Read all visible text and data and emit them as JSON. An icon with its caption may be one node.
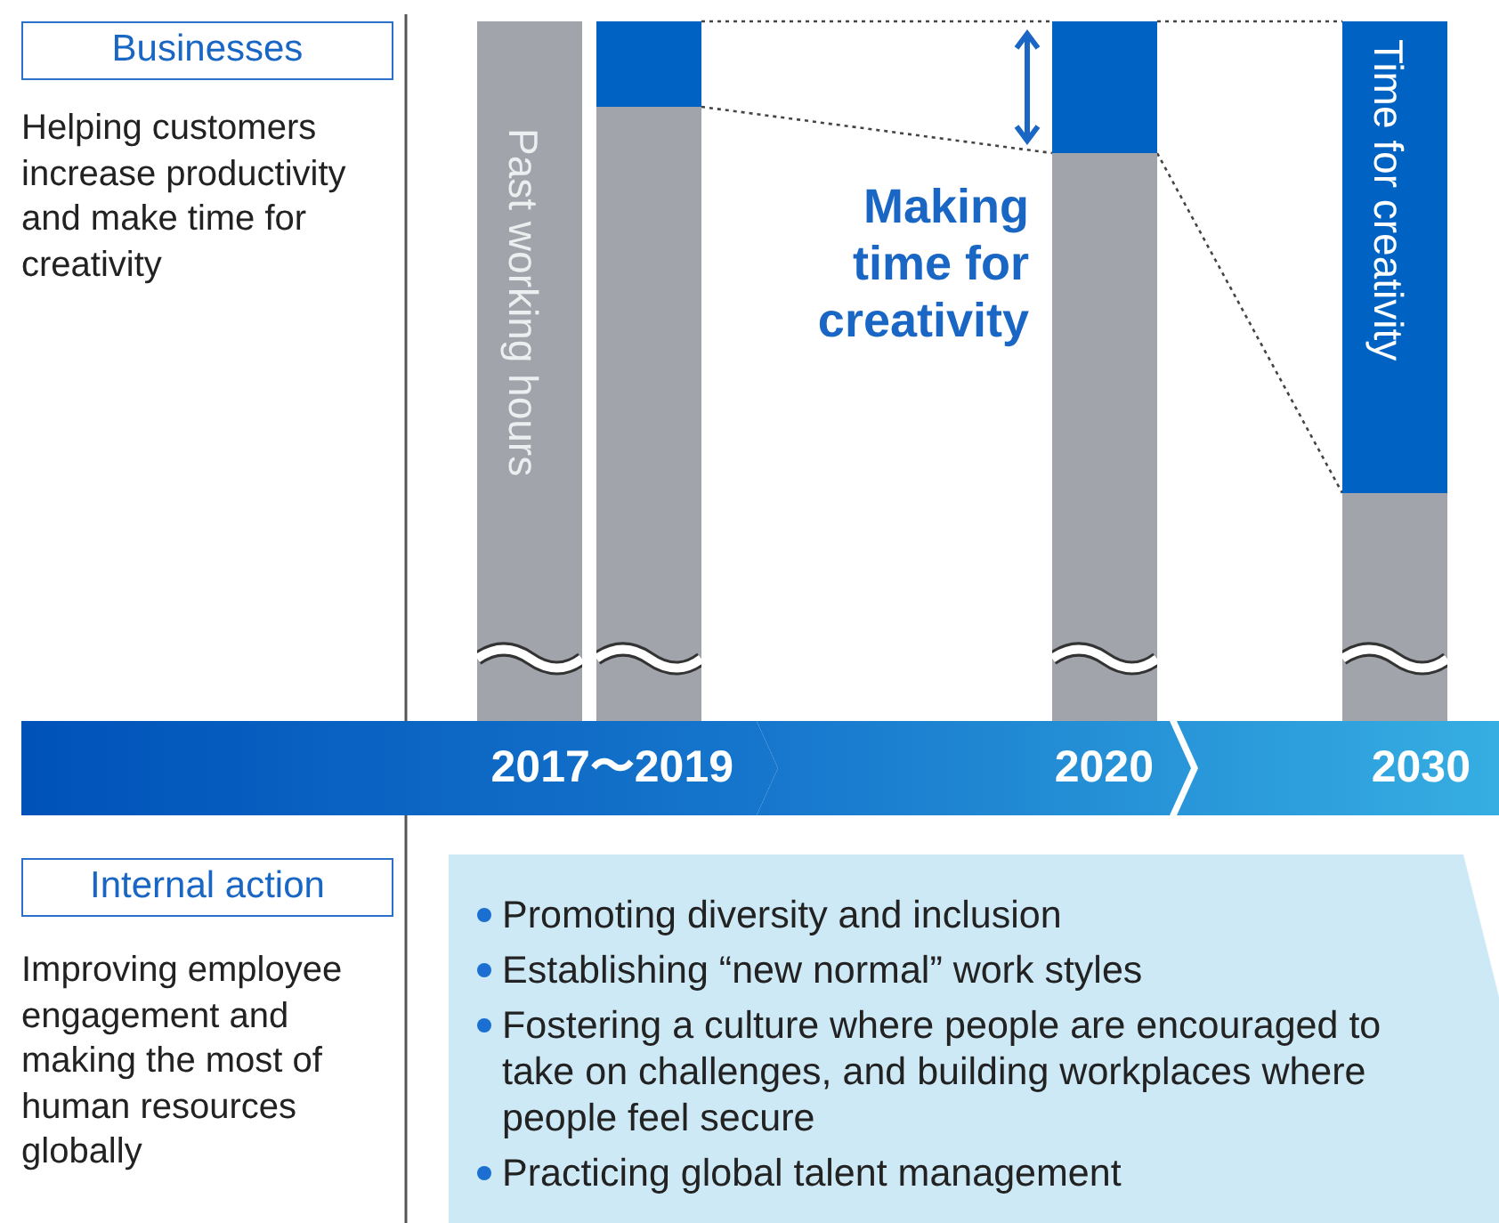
{
  "diagram": {
    "nodes": [
      {
        "text": [
          "Businesses"
        ],
        "beside": [
          "Helping customers increase productivity and make time for creativity"
        ]
      },
      {
        "text": [
          "Past working hours"
        ]
      },
      {
        "text": [],
        "shape": "bar"
      },
      {
        "text": [],
        "shape": "bar",
        "in": 2
      },
      {
        "text": [],
        "shape": "bar"
      },
      {
        "text": [],
        "shape": "bar",
        "in": 4
      },
      {
        "text": [],
        "shape": "bar"
      },
      {
        "text": [
          "Time for creativity"
        ],
        "in": 6
      },
      {
        "text": [
          "2017〜2019"
        ]
      },
      {
        "text": [
          "2020"
        ]
      },
      {
        "text": [
          "2030"
        ]
      },
      {
        "text": [
          "Internal action"
        ],
        "beside": [
          "Improving employee engagement and making the most of human resources globally"
        ]
      },
      {
        "text": [
          "Promoting diversity and inclusion",
          "Establishing “new normal” work styles",
          "Fostering a culture where people are encouraged to take on challenges, and building workplaces where people feel secure",
          "Practicing global talent management"
        ]
      }
    ],
    "edges": [
      {
        "from": 3,
        "to": 5,
        "arrow": "none",
        "style": "dashed"
      },
      {
        "from": 5,
        "to": 7,
        "arrow": "none",
        "style": "dashed"
      },
      {
        "from": 3,
        "to": 5,
        "arrow": "none",
        "style": "dashed"
      },
      {
        "from": 5,
        "to": 7,
        "arrow": "none",
        "style": "dashed"
      }
    ],
    "labels": [
      "Making time for creativity"
    ]
  }
}
